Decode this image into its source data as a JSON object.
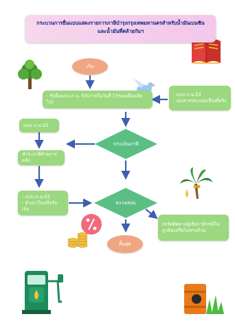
{
  "title": {
    "line1": "กระบวนการยื่นแบบแสดงรายการภาษีบำรุงกรุงเทพมหานครสำหรับน้ำมันเบนซิน",
    "line2": "และน้ำมันที่คล้ายกันฯ"
  },
  "nodes": {
    "start": "เริ่ม",
    "receive_form": "- รับยื่นแบบ ภ.น. 03(ภายในวันที่ 15ของเดือนถัดไป)",
    "documents": [
      "- แบบ ภ.น.03",
      "- เอกสารประกอบเรื่องที่จริง"
    ],
    "estimate": "ประเมินภาษี",
    "form_pn03": "แบบ ภ.น.03",
    "tax_payment": "ชำระภาษีท้ายการคลัง",
    "audit": "ตรวจสอบ",
    "receipt": [
      "- แบบ ภ.น.03",
      "- สำเนาใบเสร็จรับเงิน"
    ],
    "contact": [
      "ส่งรัดติดตามผู้เสียภาษีกรณีไม่",
      "ถูกต้องหรือไม่ครบถ้วน"
    ],
    "end": "สิ้นสุด"
  },
  "colors": {
    "box": "#9bd87f",
    "oval": "#f0a683",
    "diamond": "#5bbf84",
    "arrow": "#3d5fae",
    "title_text": "#0b1f7a"
  },
  "icons": [
    "tree-icon",
    "book-icon",
    "bird-icon",
    "palm-tree-icon",
    "percent-coins-icon",
    "fuel-pump-icon",
    "oil-barrel-icon"
  ]
}
